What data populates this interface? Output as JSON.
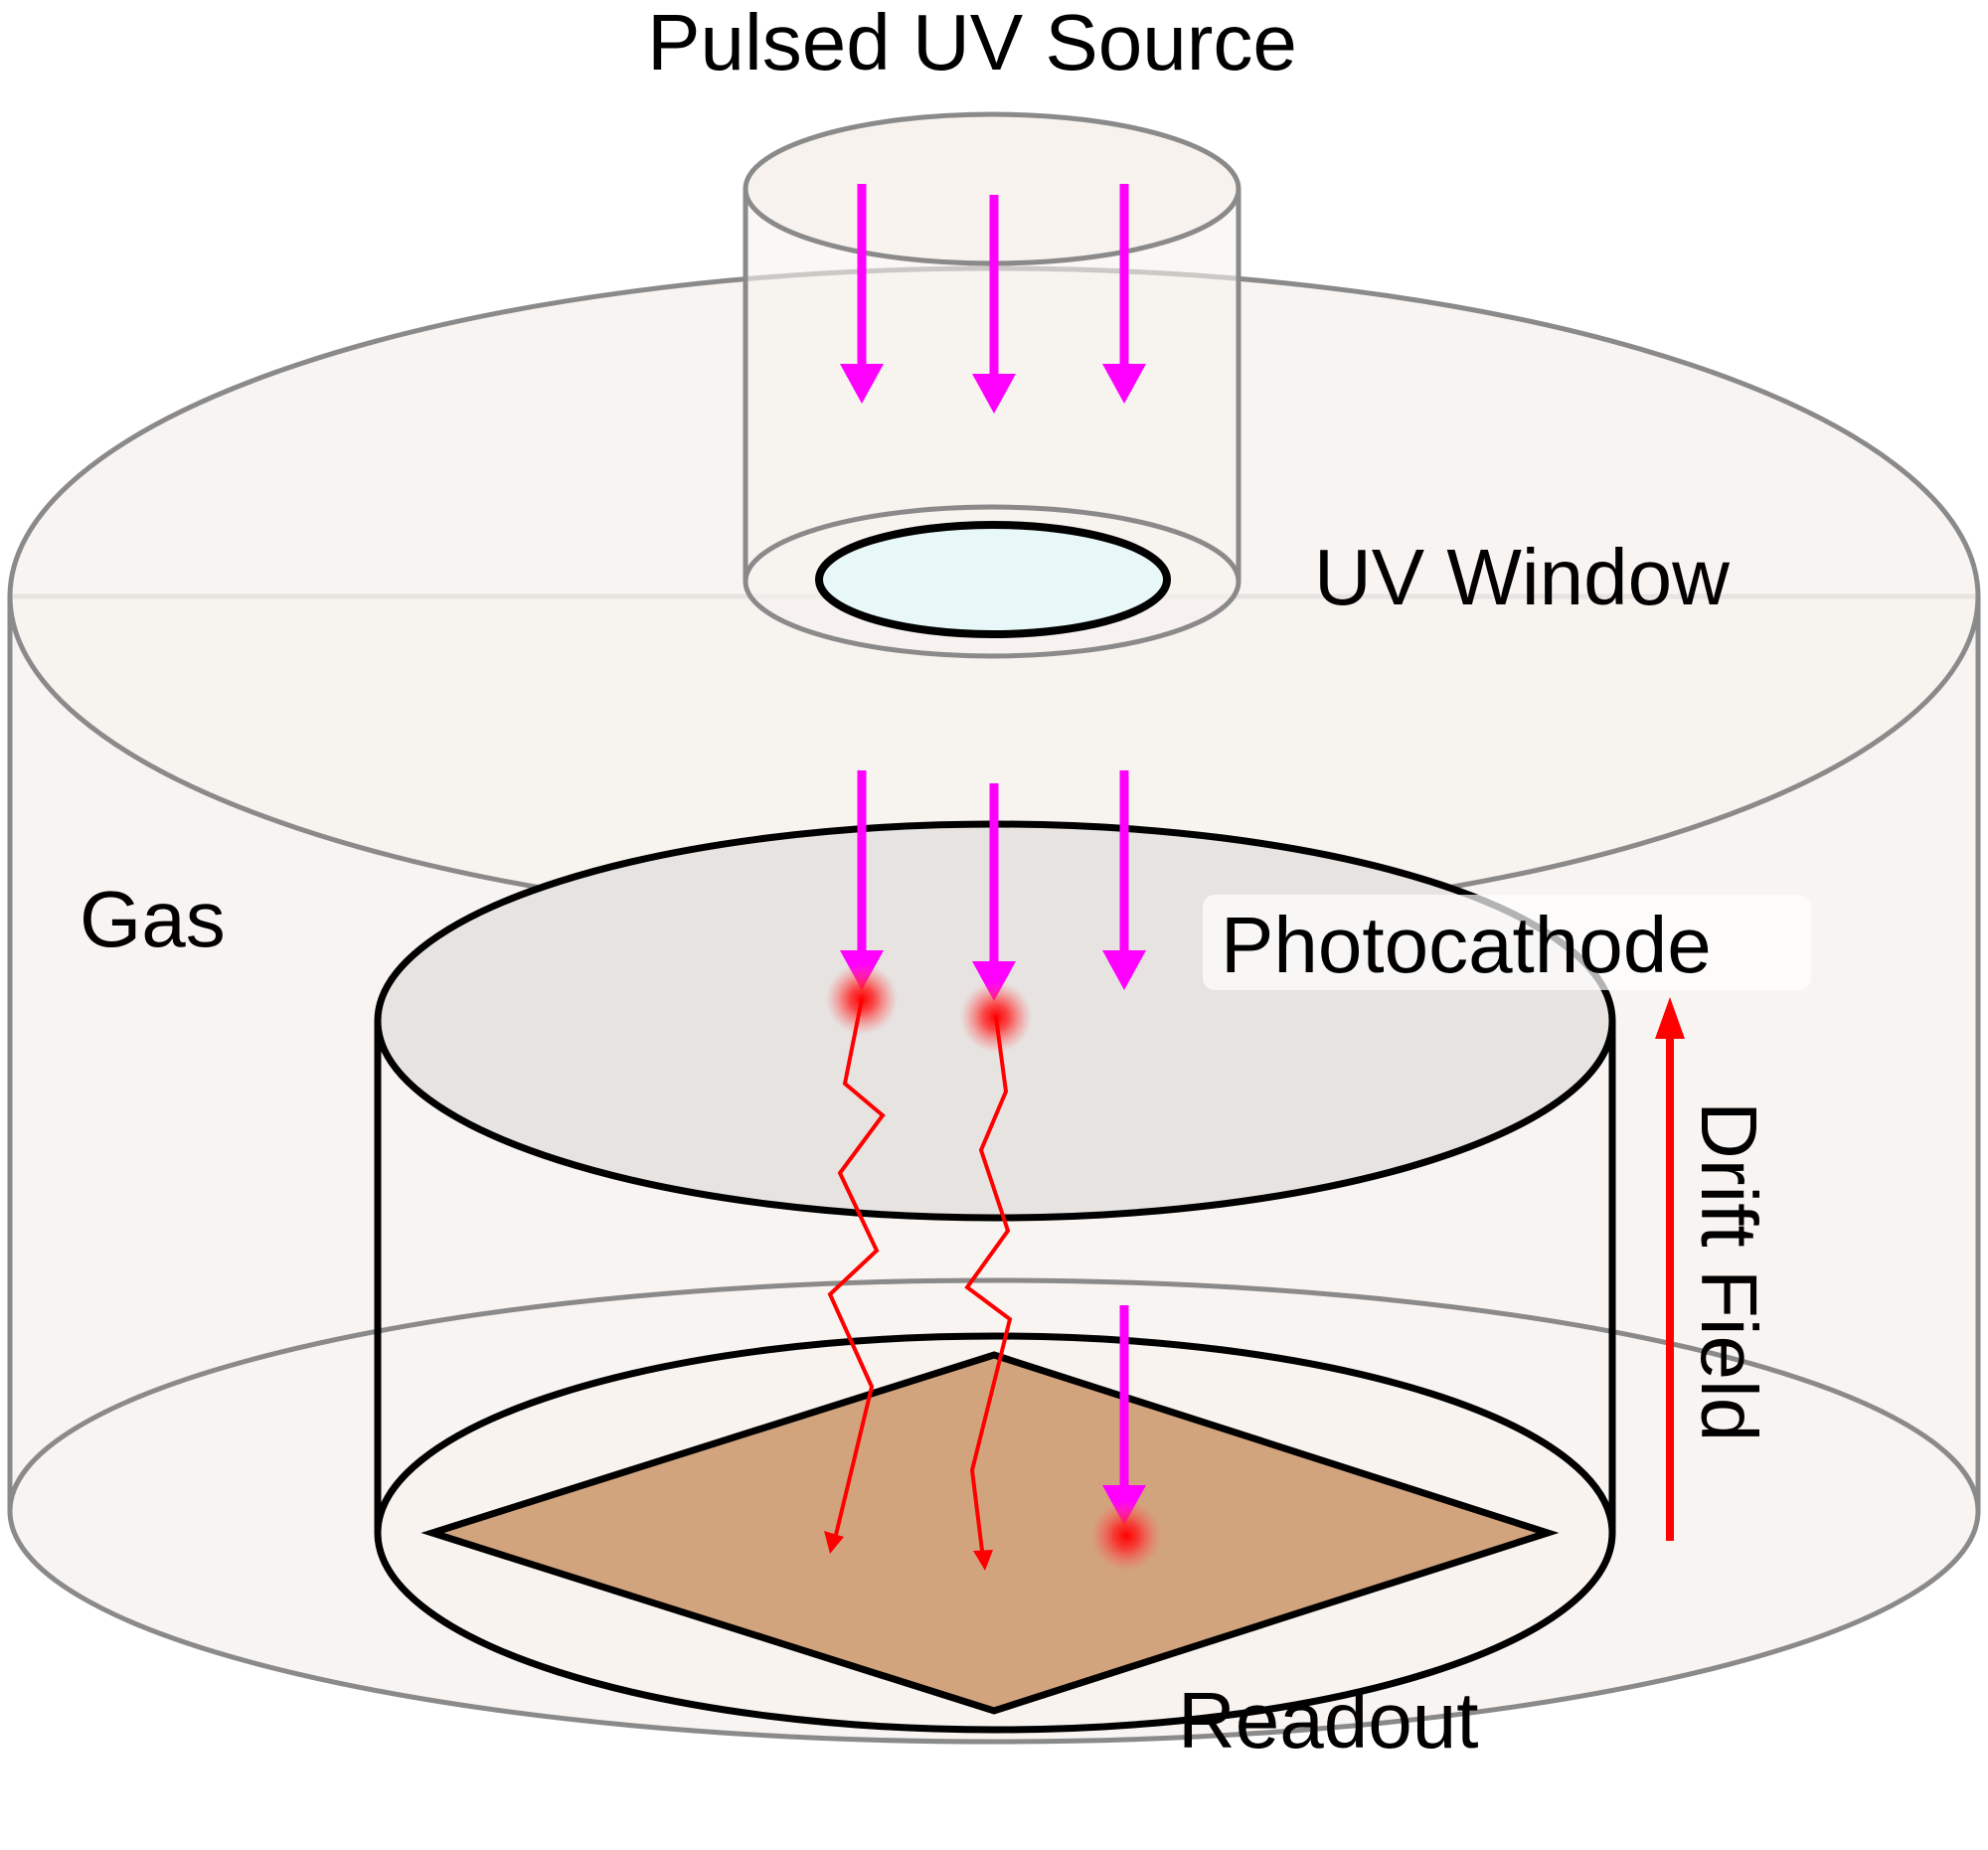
{
  "labels": {
    "source": "Pulsed UV Source",
    "window": "UV Window",
    "gas": "Gas",
    "photocathode": "Photocathode",
    "field": "Drift Field",
    "readout": "Readout"
  },
  "colors": {
    "uv_light": "#ff00ff",
    "electron_path": "#ff0000",
    "drift_arrow": "#ff0000",
    "chamber_fill": "#f7f2ee",
    "photocathode_fill": "#e6e3e1",
    "readout_fill": "#d2a47e",
    "window_fill": "#e8f8f8"
  }
}
